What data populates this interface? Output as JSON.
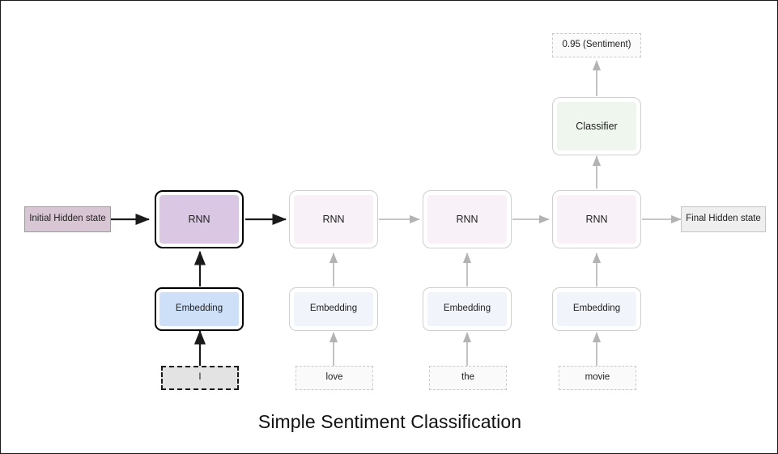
{
  "diagram": {
    "title": "Simple Sentiment Classification",
    "type": "rnn-sentiment-classification-flow"
  },
  "hidden_states": {
    "initial": {
      "label": "Initial Hidden state",
      "fill": "#d9c6d4",
      "stroke": "#9b9b9b"
    },
    "final": {
      "label": "Final Hidden state",
      "fill": "#efefef",
      "stroke": "#c4c4c4"
    }
  },
  "timesteps": [
    {
      "index": 0,
      "token": "I",
      "embedding_label": "Embedding",
      "rnn_label": "RNN",
      "highlighted": true
    },
    {
      "index": 1,
      "token": "love",
      "embedding_label": "Embedding",
      "rnn_label": "RNN",
      "highlighted": false
    },
    {
      "index": 2,
      "token": "the",
      "embedding_label": "Embedding",
      "rnn_label": "RNN",
      "highlighted": false
    },
    {
      "index": 3,
      "token": "movie",
      "embedding_label": "Embedding",
      "rnn_label": "RNN",
      "highlighted": false
    }
  ],
  "classifier": {
    "label": "Classifier",
    "fill": "#eef6ee",
    "stroke": "#cfcfcf"
  },
  "output": {
    "label": "0.95 (Sentiment)",
    "value": 0.95,
    "name": "Sentiment"
  },
  "colors": {
    "rnn_active_fill": "#d9c7e4",
    "rnn_dim_fill": "#f8f2f8",
    "embedding_active_fill": "#cde0f8",
    "embedding_dim_fill": "#f2f4fb",
    "token_active_fill": "#e3e3e3",
    "token_dim_fill": "#fafafa",
    "arrow_active": "#1a1a1a",
    "arrow_dim": "#b3b3b3",
    "page_border": "#1a1a1a",
    "background": "#ffffff"
  }
}
